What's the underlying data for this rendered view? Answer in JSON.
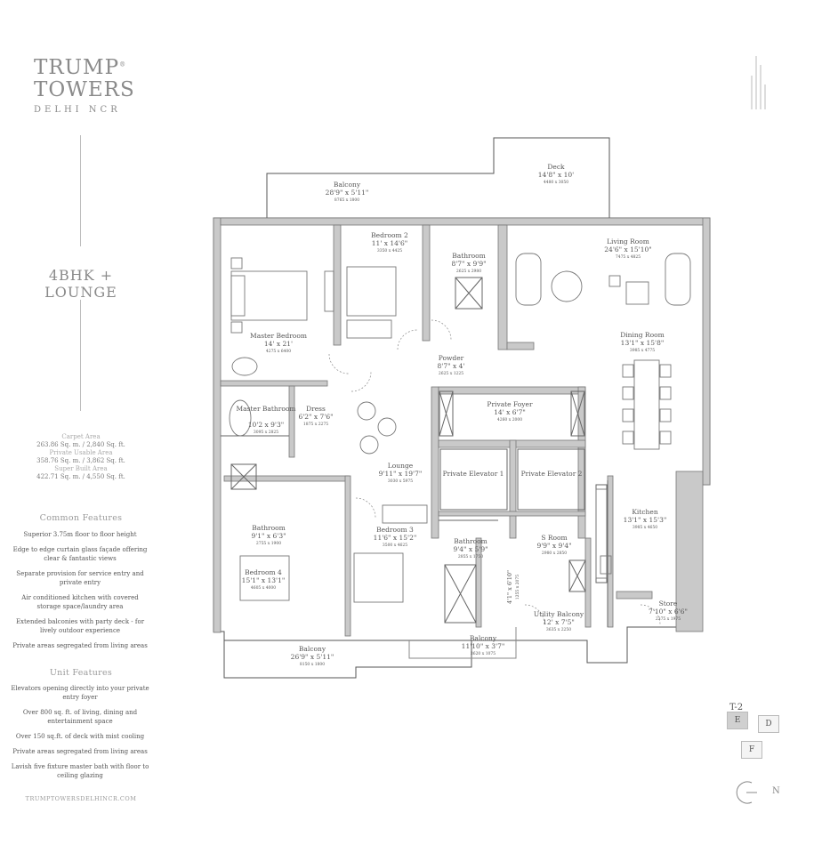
{
  "brand": {
    "line1": "TRUMP",
    "reg": "®",
    "line2": "TOWERS",
    "line3": "DELHI NCR"
  },
  "unit_type": "4BHK + LOUNGE",
  "areas": [
    {
      "label": "Carpet Area",
      "value": "263.86 Sq. m. / 2,840 Sq. ft."
    },
    {
      "label": "Private Usable Area",
      "value": "358.76 Sq. m. / 3,862 Sq. ft."
    },
    {
      "label": "Super Built Area",
      "value": "422.71 Sq. m. / 4,550 Sq. ft."
    }
  ],
  "common_features": {
    "title": "Common Features",
    "items": [
      "Superior 3.75m floor to floor height",
      "Edge to edge curtain glass façade offering clear & fantastic views",
      "Separate provision for service entry and private entry",
      "Air conditioned kitchen with covered storage space/laundry area",
      "Extended balconies with party deck - for lively outdoor experience",
      "Private areas segregated from living areas"
    ]
  },
  "unit_features": {
    "title": "Unit Features",
    "items": [
      "Elevators opening directly into your private entry foyer",
      "Over 800 sq. ft. of living, dining and entertainment space",
      "Over 150 sq.ft. of deck with mist cooling",
      "Private areas segregated from living areas",
      "Lavish five fixture master bath with floor to ceiling glazing"
    ]
  },
  "website": "TRUMPTOWERSDELHINCR.COM",
  "rooms": {
    "balcony_top": {
      "name": "Balcony",
      "dim": "28'9\" x 5'11\"",
      "mm": "8765 x 1800"
    },
    "deck": {
      "name": "Deck",
      "dim": "14'8\" x 10'",
      "mm": "4480 x 3050"
    },
    "bedroom2": {
      "name": "Bedroom 2",
      "dim": "11' x 14'6\"",
      "mm": "3350 x 4425"
    },
    "bathroom_b2": {
      "name": "Bathroom",
      "dim": "8'7\" x 9'9\"",
      "mm": "2625 x 2980"
    },
    "living": {
      "name": "Living Room",
      "dim": "24'6\" x 15'10\"",
      "mm": "7475 x 4825"
    },
    "master": {
      "name": "Master Bedroom",
      "dim": "14' x 21'",
      "mm": "4275 x 6400"
    },
    "dining": {
      "name": "Dining Room",
      "dim": "13'1\" x 15'8\"",
      "mm": "3985 x 4775"
    },
    "powder": {
      "name": "Powder",
      "dim": "8'7\" x 4'",
      "mm": "2625 x 1225"
    },
    "master_bath": {
      "name": "Master Bathroom",
      "dim": "10'2 x 9'3\"",
      "mm": "3095 x 2825"
    },
    "dress": {
      "name": "Dress",
      "dim": "6'2\" x 7'6\"",
      "mm": "1875 x 2275"
    },
    "foyer": {
      "name": "Private Foyer",
      "dim": "14' x 6'7\"",
      "mm": "4260 x 2000"
    },
    "lounge": {
      "name": "Lounge",
      "dim": "9'11\" x 19'7\"",
      "mm": "3030 x 5975"
    },
    "elevator1": {
      "name": "Private Elevator 1"
    },
    "elevator2": {
      "name": "Private Elevator 2"
    },
    "kitchen": {
      "name": "Kitchen",
      "dim": "13'1\" x 15'3\"",
      "mm": "3985 x 4650"
    },
    "bath_b4": {
      "name": "Bathroom",
      "dim": "9'1\" x 6'3\"",
      "mm": "2755 x 1900"
    },
    "bedroom3": {
      "name": "Bedroom 3",
      "dim": "11'6\" x 15'2\"",
      "mm": "3500 x 4625"
    },
    "bath_b3": {
      "name": "Bathroom",
      "dim": "9'4\" x 5'9\"",
      "mm": "2855 x 1750"
    },
    "sroom": {
      "name": "S Room",
      "dim": "9'9\" x 9'4\"",
      "mm": "2980 x 2850"
    },
    "bedroom4": {
      "name": "Bedroom 4",
      "dim": "15'1\" x 13'1\"",
      "mm": "4605 x 4000"
    },
    "small_wc": {
      "dim": "4'1\" x 6'10\"",
      "mm": "1255 x 2075"
    },
    "utility": {
      "name": "Utility Balcony",
      "dim": "12' x 7'5\"",
      "mm": "3635 x 2250"
    },
    "store": {
      "name": "Store",
      "dim": "7'10\" x 6'6\"",
      "mm": "2375 x 1975"
    },
    "balcony_bl": {
      "name": "Balcony",
      "dim": "26'9\" x 5'11\"",
      "mm": "8150 x 1800"
    },
    "balcony_bm": {
      "name": "Balcony",
      "dim": "11'10\" x 3'7\"",
      "mm": "3620 x 1075"
    }
  },
  "key_plan": {
    "label": "T-2",
    "e": "E",
    "d": "D",
    "f": "F",
    "north": "N"
  }
}
